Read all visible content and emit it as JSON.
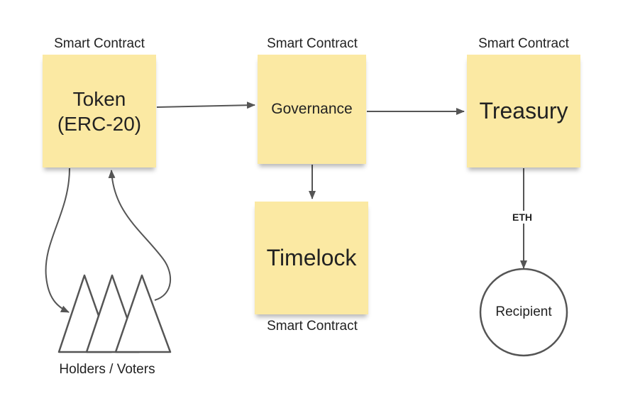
{
  "nodes": {
    "token": {
      "caption": "Smart Contract",
      "label": "Token\n(ERC-20)"
    },
    "governance": {
      "caption": "Smart Contract",
      "label": "Governance"
    },
    "treasury": {
      "caption": "Smart Contract",
      "label": "Treasury"
    },
    "timelock": {
      "caption": "Smart Contract",
      "label": "Timelock"
    },
    "recipient": {
      "label": "Recipient"
    },
    "holders": {
      "label": "Holders / Voters",
      "icon": "triangle-group-icon"
    }
  },
  "edges": {
    "treasury_to_recipient": {
      "label": "ETH"
    }
  },
  "colors": {
    "note_fill": "#fbe9a3",
    "line": "#555555",
    "text": "#222222"
  }
}
